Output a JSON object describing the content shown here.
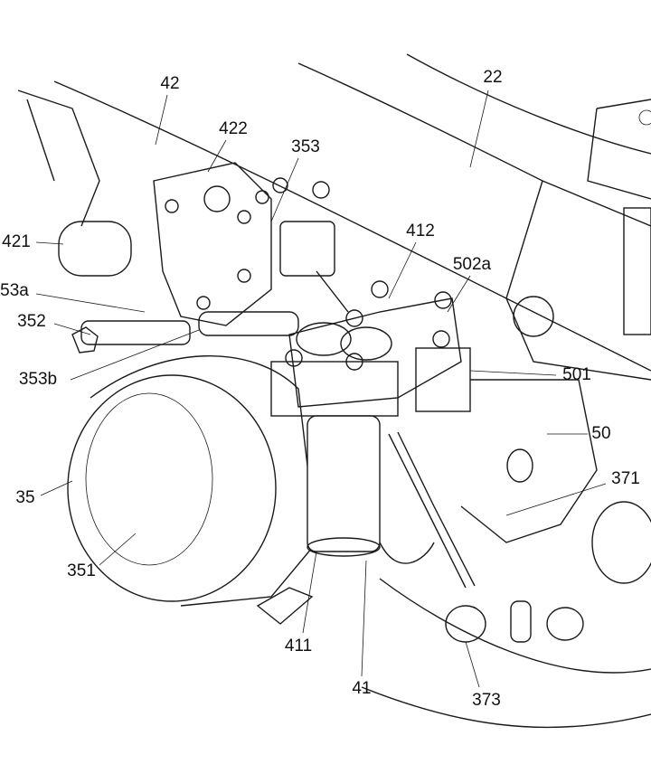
{
  "figure": {
    "labels": [
      {
        "id": "42",
        "text": "42"
      },
      {
        "id": "22",
        "text": "22"
      },
      {
        "id": "422",
        "text": "422"
      },
      {
        "id": "353",
        "text": "353"
      },
      {
        "id": "421",
        "text": "421"
      },
      {
        "id": "353a",
        "text": "53a"
      },
      {
        "id": "352",
        "text": "352"
      },
      {
        "id": "412",
        "text": "412"
      },
      {
        "id": "502a",
        "text": "502a"
      },
      {
        "id": "353b",
        "text": "353b"
      },
      {
        "id": "501",
        "text": "501"
      },
      {
        "id": "50",
        "text": "50"
      },
      {
        "id": "35",
        "text": "35"
      },
      {
        "id": "371",
        "text": "371"
      },
      {
        "id": "351",
        "text": "351"
      },
      {
        "id": "411",
        "text": "411"
      },
      {
        "id": "41",
        "text": "41"
      },
      {
        "id": "373",
        "text": "373"
      }
    ]
  }
}
